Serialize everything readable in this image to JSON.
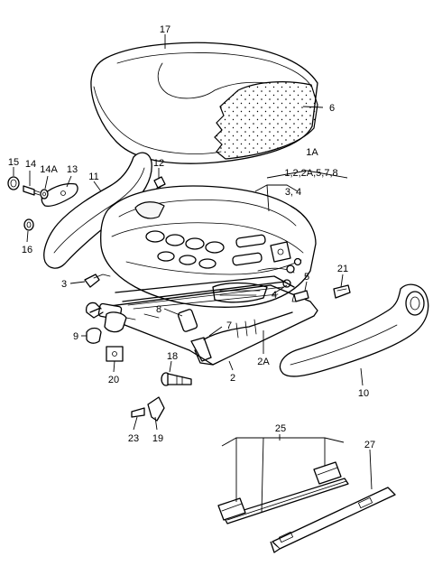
{
  "diagram": {
    "callouts": {
      "p17": "17",
      "p6": "6",
      "p1A": "1A",
      "p1A_list": "1,2,2A,5,7,8",
      "p3_4": "3,  4",
      "p15": "15",
      "p14": "14",
      "p14A": "14A",
      "p13": "13",
      "p11": "11",
      "p12": "12",
      "p16": "16",
      "p3": "3",
      "p21": "21",
      "p5": "5",
      "p4": "4",
      "p8": "8",
      "p9": "9",
      "p7": "7",
      "p18": "18",
      "p2A": "2A",
      "p2": "2",
      "p20": "20",
      "p10": "10",
      "p23": "23",
      "p19": "19",
      "p25": "25",
      "p27": "27"
    }
  }
}
